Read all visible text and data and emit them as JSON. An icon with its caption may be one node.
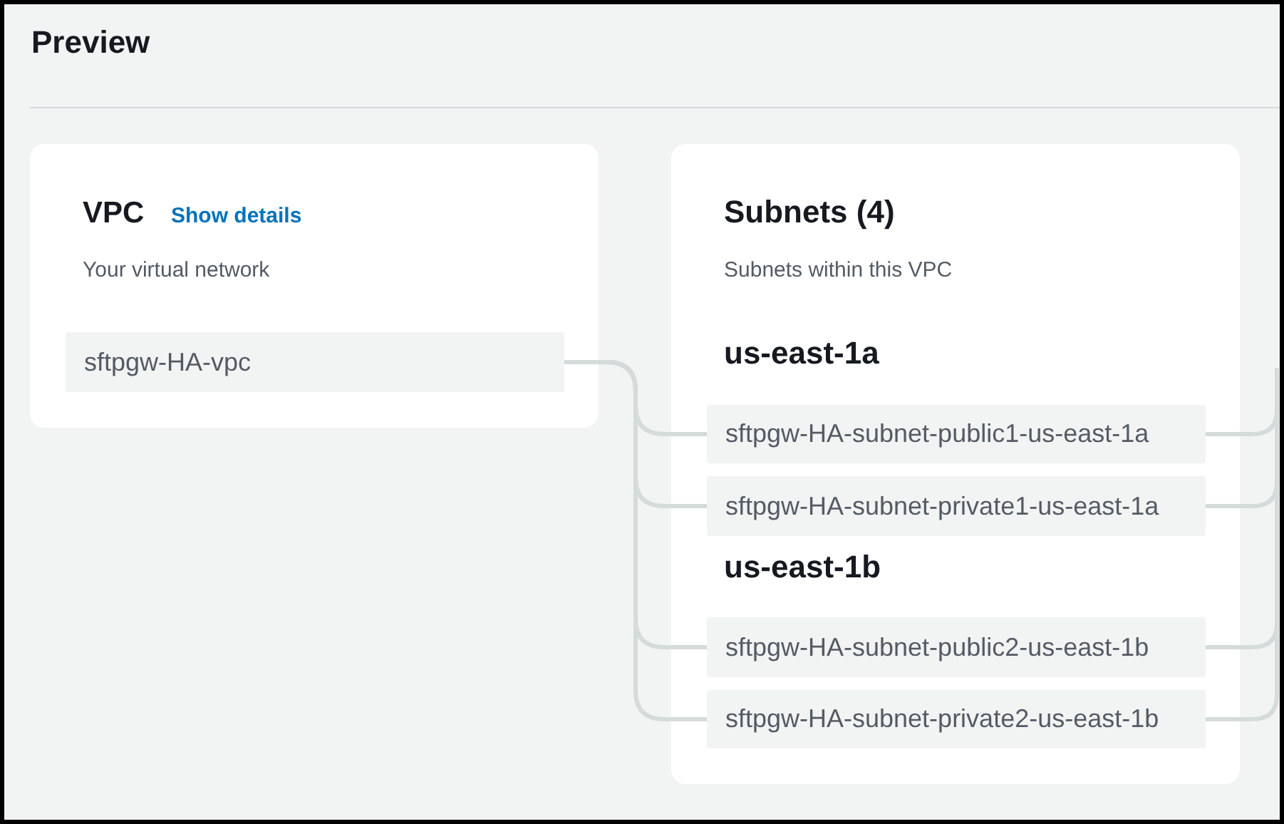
{
  "diagram": {
    "title": "Preview",
    "nodes": [
      {
        "text": [
          "VPC",
          "Show details",
          "Your virtual network"
        ]
      },
      {
        "text": [
          "sftpgw-HA-vpc"
        ],
        "in": 0
      },
      {
        "text": [
          "Subnets (4)",
          "Subnets within this VPC",
          "us-east-1a",
          "us-east-1b"
        ]
      },
      {
        "text": [
          "sftpgw-HA-subnet-public1-us-east-1a"
        ],
        "in": 2
      },
      {
        "text": [
          "sftpgw-HA-subnet-private1-us-east-1a"
        ],
        "in": 2
      },
      {
        "text": [
          "sftpgw-HA-subnet-public2-us-east-1b"
        ],
        "in": 2
      },
      {
        "text": [
          "sftpgw-HA-subnet-private2-us-east-1b"
        ],
        "in": 2
      }
    ],
    "edges": [
      {
        "from": 1,
        "to": 3,
        "arrow": "none"
      },
      {
        "from": 1,
        "to": 4,
        "arrow": "none"
      },
      {
        "from": 1,
        "to": 5,
        "arrow": "none"
      },
      {
        "from": 1,
        "to": 6,
        "arrow": "none"
      },
      {
        "from": 3,
        "to": null,
        "arrow": "none"
      },
      {
        "from": 4,
        "to": null,
        "arrow": "none"
      },
      {
        "from": 5,
        "to": null,
        "arrow": "none"
      },
      {
        "from": 6,
        "to": null,
        "arrow": "none"
      }
    ]
  }
}
